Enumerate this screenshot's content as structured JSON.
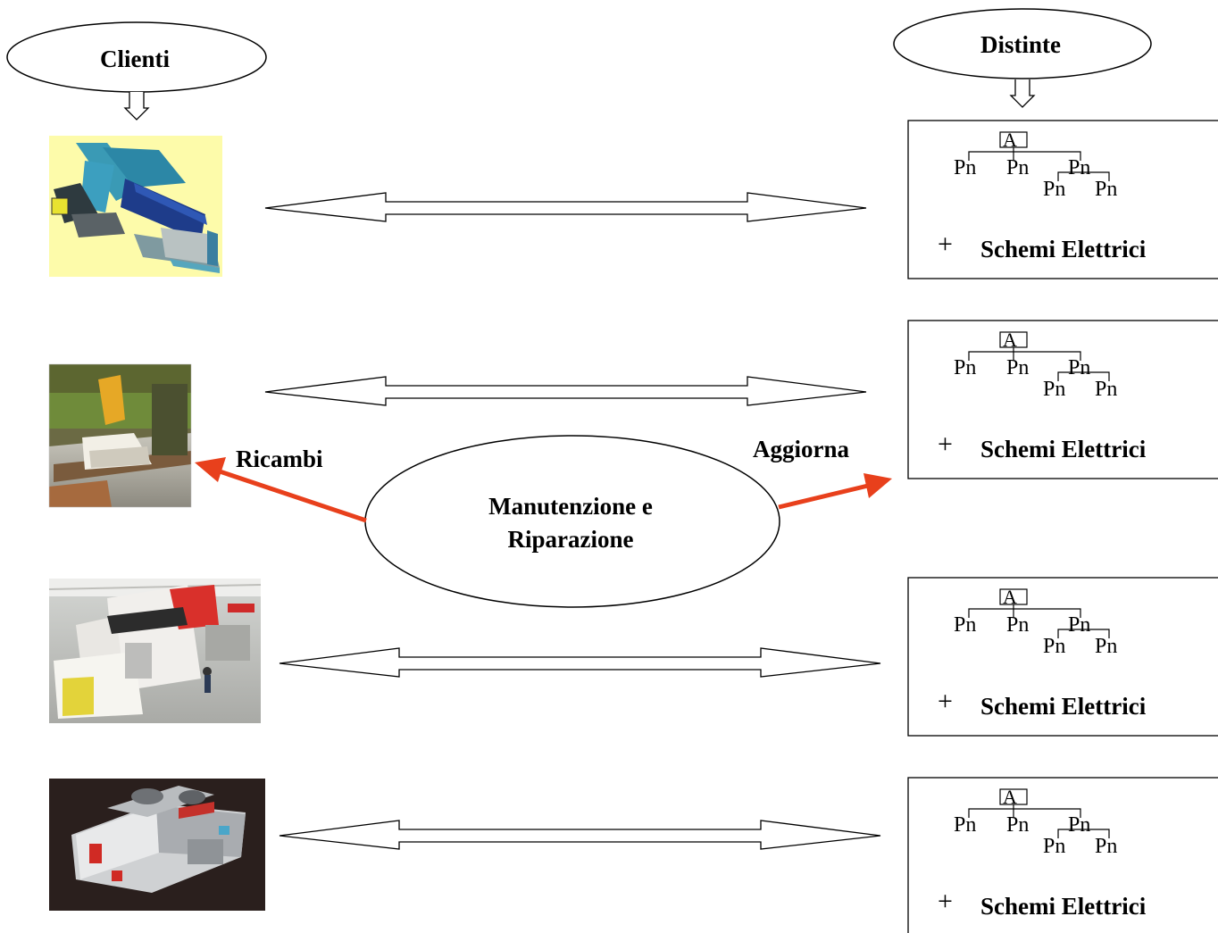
{
  "clients_label": "Clienti",
  "bom_label": "Distinte",
  "center_line1": "Manutenzione e",
  "center_line2": "Riparazione",
  "left_arrow_label": "Ricambi",
  "right_arrow_label": "Aggiorna",
  "bom_items": [
    {
      "root": "A",
      "node1": "Pn",
      "node2": "Pn",
      "node3": "Pn",
      "node4": "Pn",
      "node5": "Pn",
      "plus": "+",
      "caption": "Schemi Elettrici"
    },
    {
      "root": "A",
      "node1": "Pn",
      "node2": "Pn",
      "node3": "Pn",
      "node4": "Pn",
      "node5": "Pn",
      "plus": "+",
      "caption": "Schemi Elettrici"
    },
    {
      "root": "A",
      "node1": "Pn",
      "node2": "Pn",
      "node3": "Pn",
      "node4": "Pn",
      "node5": "Pn",
      "plus": "+",
      "caption": "Schemi Elettrici"
    },
    {
      "root": "A",
      "node1": "Pn",
      "node2": "Pn",
      "node3": "Pn",
      "node4": "Pn",
      "node5": "Pn",
      "plus": "+",
      "caption": "Schemi Elettrici"
    }
  ],
  "colors": {
    "red_arrow": "#e8401c",
    "outline": "#000000",
    "machine1_bg": "#fdfbaa",
    "machine4_bg": "#2a1f1d"
  }
}
